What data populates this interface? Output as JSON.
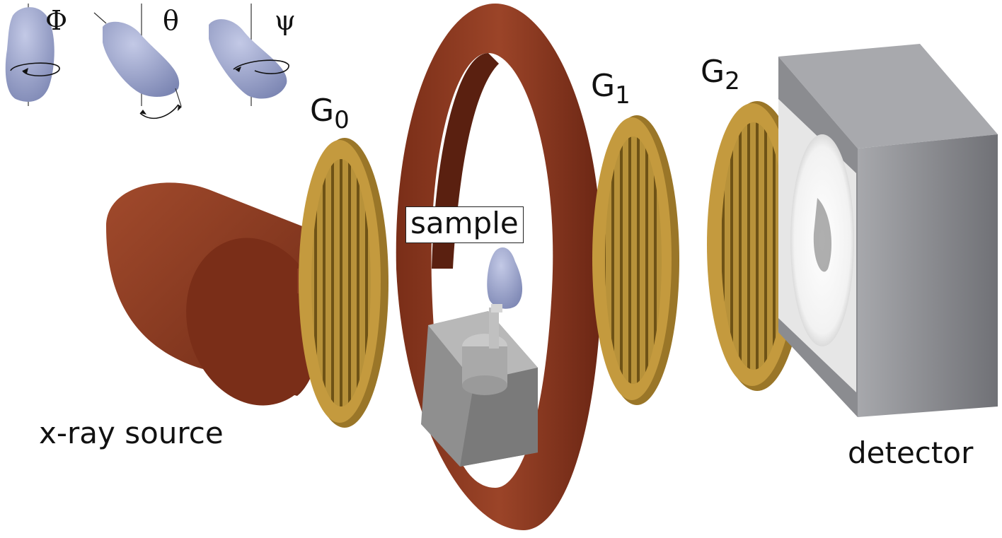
{
  "labels": {
    "phi": "Φ",
    "theta": "θ",
    "psi": "ψ",
    "g0_letter": "G",
    "g0_sub": "0",
    "g1_letter": "G",
    "g1_sub": "1",
    "g2_letter": "G",
    "g2_sub": "2",
    "sample": "sample",
    "source": "x-ray source",
    "detector": "detector"
  },
  "colors": {
    "source_body": "#8a3a22",
    "ring": "#8a3a22",
    "grating": "#c49a3e",
    "grating_lines": "#7a5a1a",
    "detector": "#8e8f93",
    "stage_block": "#9a9a9a",
    "specimen": "#9aa3c7"
  },
  "icons": [
    "rotation-phi-icon",
    "rotation-theta-icon",
    "rotation-psi-icon"
  ]
}
